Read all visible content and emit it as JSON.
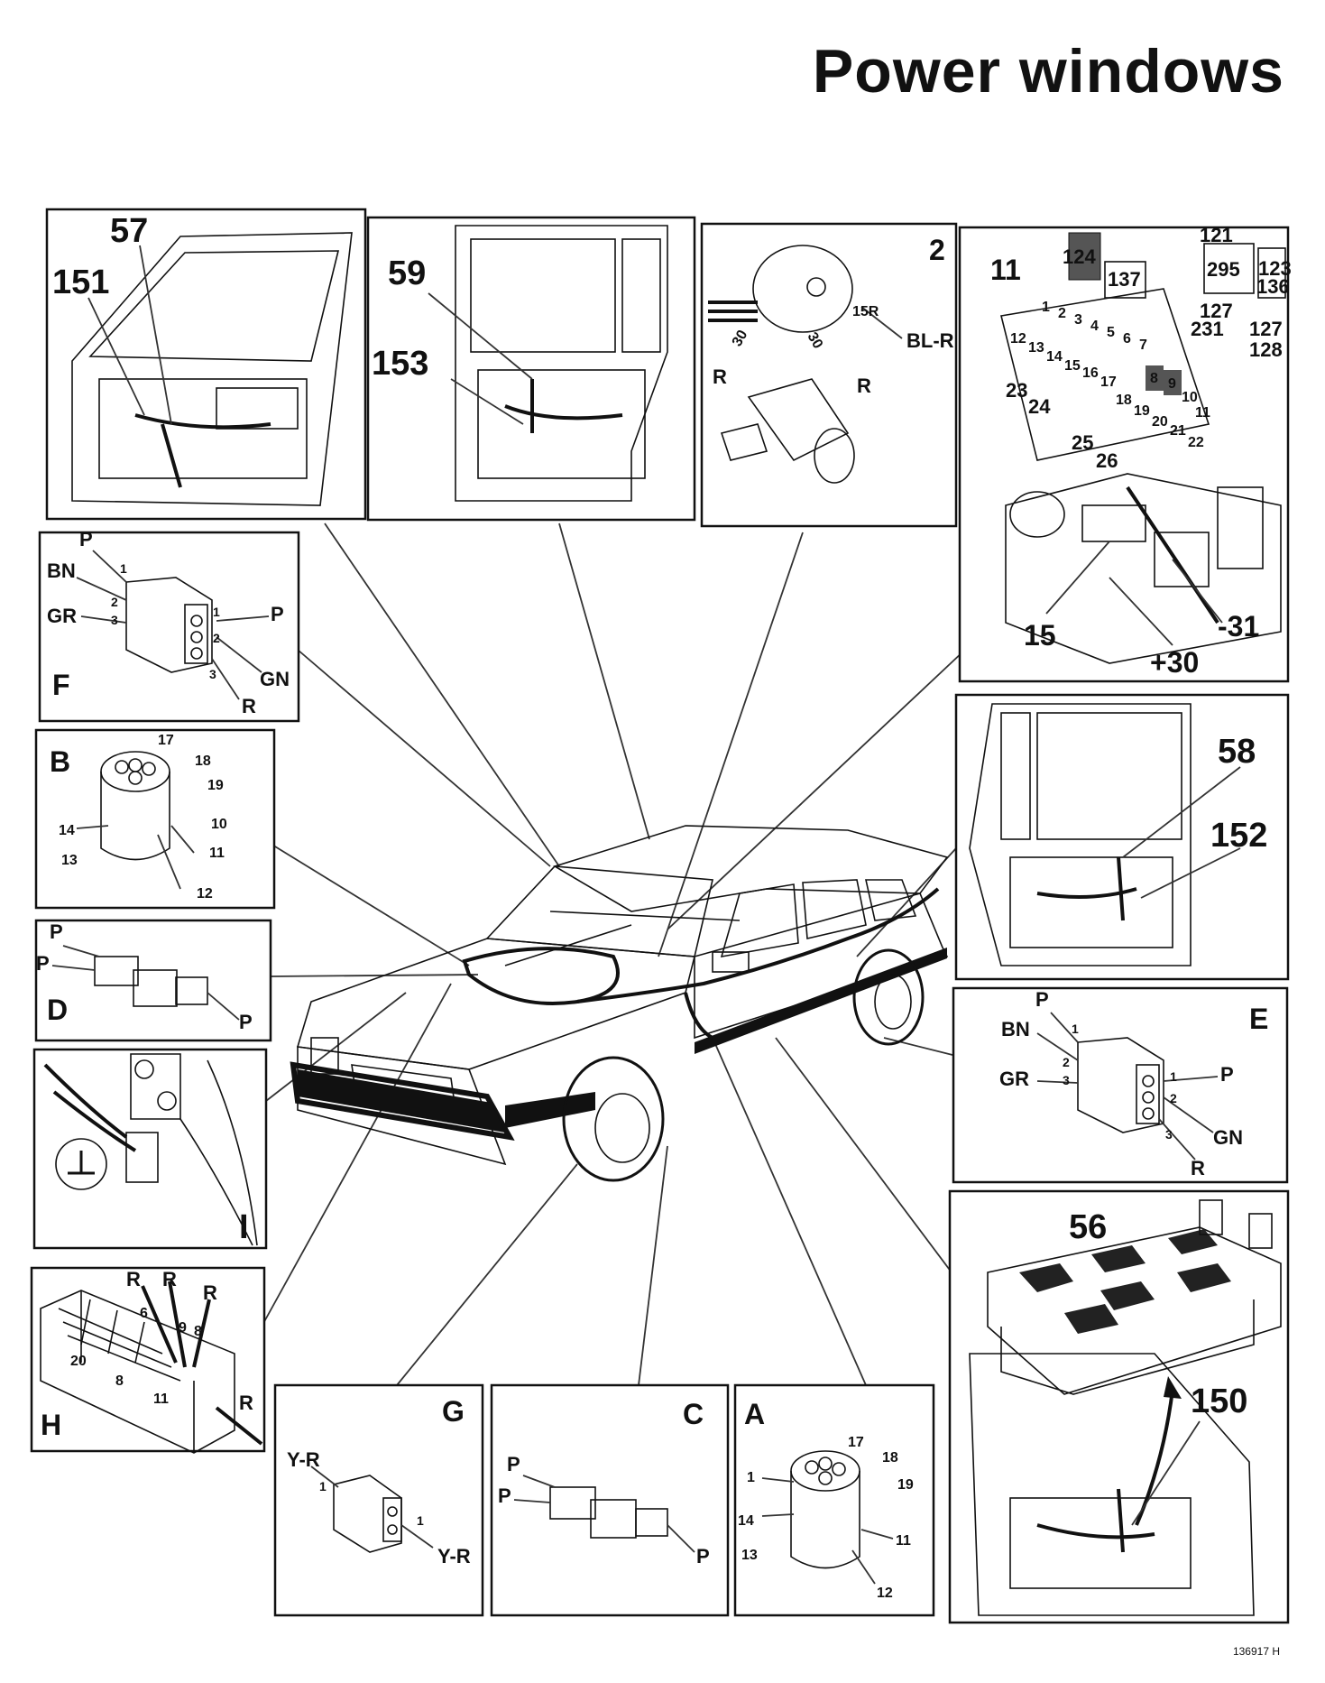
{
  "title": "Power windows",
  "doc_ref": "136917 H",
  "panels": {
    "front_door": {
      "labels": [
        "57",
        "151"
      ]
    },
    "rear_door_top": {
      "labels": [
        "59",
        "153"
      ]
    },
    "ignition_switch": {
      "letter": "2",
      "wires": [
        "30",
        "15R",
        "BL-R",
        "R",
        "30",
        "R"
      ]
    },
    "fusebox": {
      "letter": "11",
      "relays": [
        "124",
        "137",
        "121",
        "295",
        "123",
        "136",
        "127",
        "231",
        "127",
        "128"
      ],
      "fuses": [
        "1",
        "2",
        "3",
        "4",
        "5",
        "6",
        "7",
        "12",
        "13",
        "14",
        "15",
        "16",
        "17",
        "8",
        "9",
        "10",
        "11",
        "18",
        "19",
        "20",
        "21",
        "22"
      ],
      "fuse_labels": [
        "23",
        "24",
        "25",
        "26"
      ],
      "terminals": [
        "15",
        "+30",
        "-31"
      ]
    },
    "F": {
      "letter": "F",
      "wires": [
        "P",
        "BN",
        "GR",
        "P",
        "GN",
        "R"
      ],
      "pins": [
        "1",
        "2",
        "3",
        "1",
        "2",
        "3"
      ]
    },
    "B": {
      "letter": "B",
      "pins": [
        "17",
        "18",
        "19",
        "10",
        "14",
        "13",
        "11",
        "12"
      ]
    },
    "D": {
      "letter": "D",
      "wires": [
        "P",
        "P",
        "P"
      ]
    },
    "I": {
      "letter": "I"
    },
    "H": {
      "letter": "H",
      "wires": [
        "R",
        "R",
        "R",
        "R"
      ],
      "pins": [
        "6",
        "9",
        "8",
        "20",
        "8",
        "11"
      ]
    },
    "G": {
      "letter": "G",
      "wires": [
        "Y-R",
        "Y-R"
      ],
      "pins": [
        "1",
        "1"
      ]
    },
    "C": {
      "letter": "C",
      "wires": [
        "P",
        "P",
        "P"
      ]
    },
    "A": {
      "letter": "A",
      "pins": [
        "17",
        "18",
        "19",
        "1",
        "14",
        "13",
        "11",
        "12"
      ]
    },
    "rear_door_right": {
      "labels": [
        "58",
        "152"
      ]
    },
    "E": {
      "letter": "E",
      "wires": [
        "P",
        "BN",
        "GR",
        "P",
        "GN",
        "R"
      ],
      "pins": [
        "1",
        "2",
        "3",
        "1",
        "2",
        "3"
      ]
    },
    "switch_panel": {
      "labels": [
        "56",
        "150"
      ]
    }
  }
}
